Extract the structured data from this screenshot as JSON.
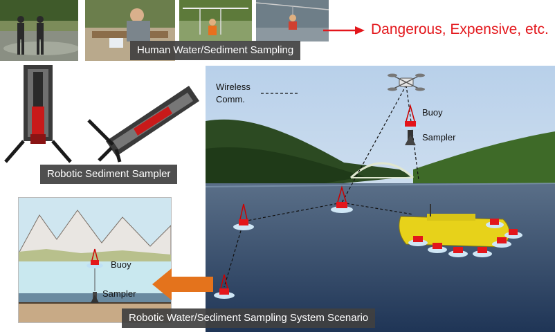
{
  "top_row": {
    "caption": "Human Water/Sediment Sampling",
    "note": "Dangerous, Expensive, etc."
  },
  "sampler_section": {
    "caption": "Robotic Sediment Sampler"
  },
  "scene": {
    "wireless_label": "Wireless\nComm.",
    "buoy_label": "Buoy",
    "sampler_label": "Sampler"
  },
  "inset": {
    "buoy_label": "Buoy",
    "sampler_label": "Sampler"
  },
  "bottom_caption": "Robotic Water/Sediment Sampling System Scenario",
  "colors": {
    "accent_red": "#e3161b",
    "arrow_orange": "#e4731c",
    "caption_bg": "#404040"
  }
}
